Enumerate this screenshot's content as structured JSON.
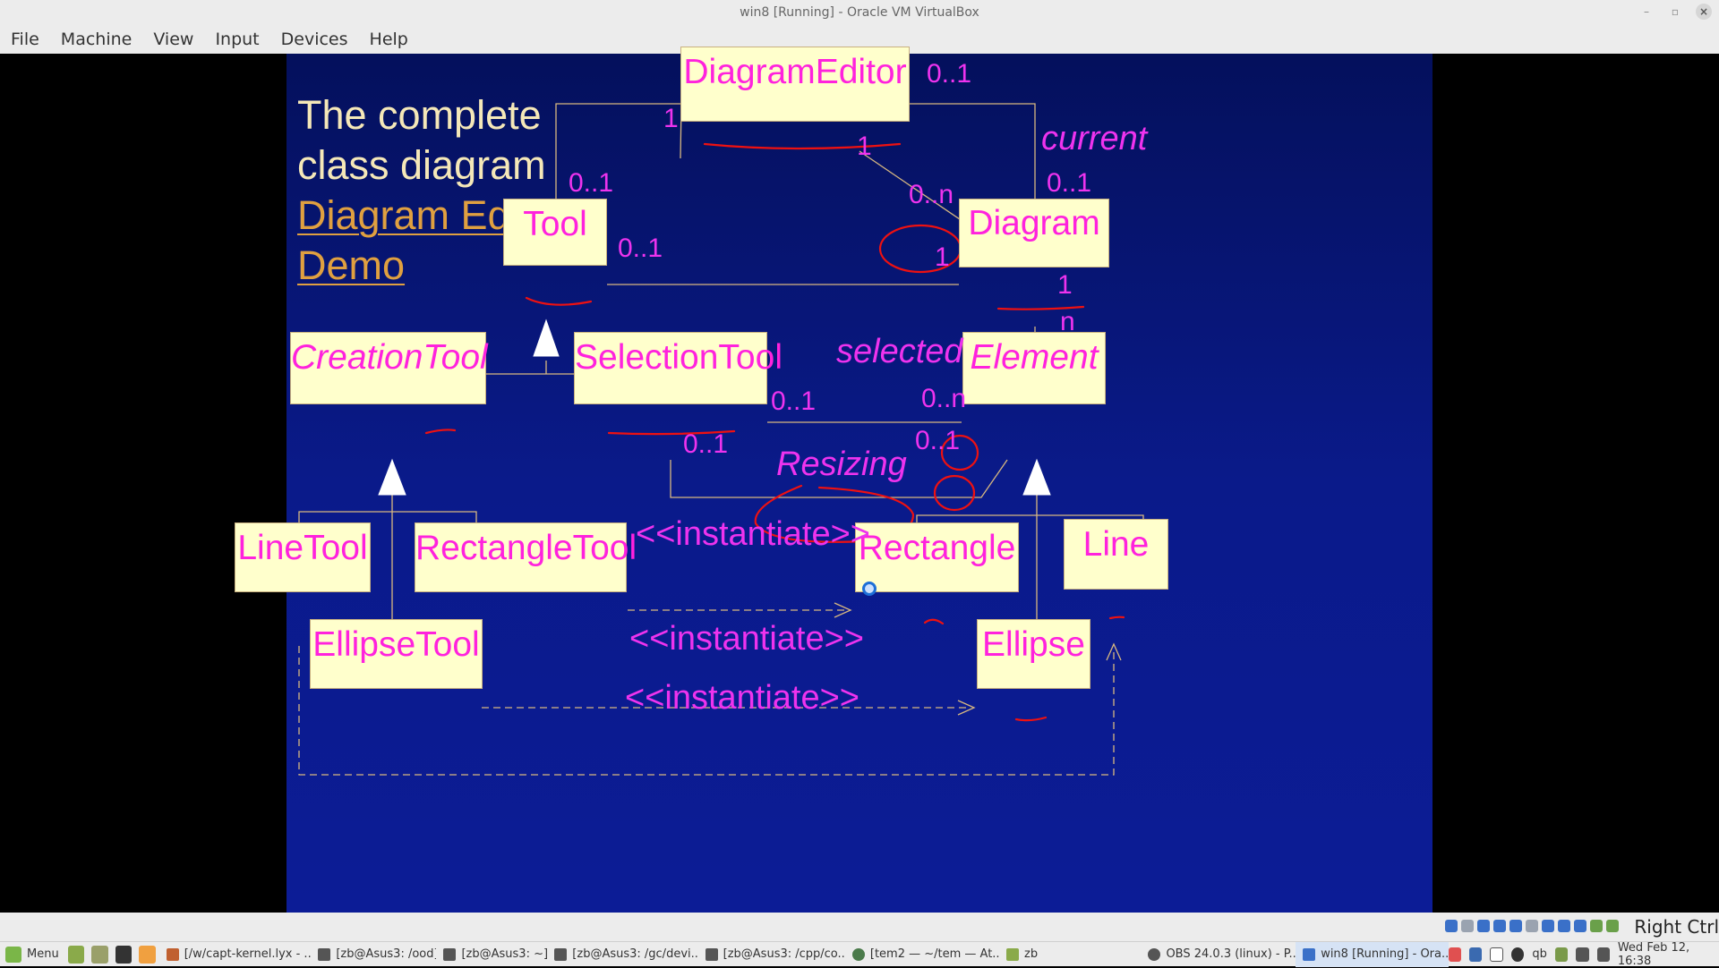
{
  "window": {
    "title": "win8 [Running] - Oracle VM VirtualBox"
  },
  "menubar": {
    "items": [
      "File",
      "Machine",
      "View",
      "Input",
      "Devices",
      "Help"
    ]
  },
  "slide": {
    "heading_line1": "The complete",
    "heading_line2": "class diagram",
    "link_line1": "Diagram Editor",
    "link_line2": "Demo",
    "classes": {
      "diagram_editor": "DiagramEditor",
      "tool": "Tool",
      "diagram": "Diagram",
      "creation_tool": "CreationTool",
      "selection_tool": "SelectionTool",
      "element": "Element",
      "line_tool": "LineTool",
      "rectangle_tool": "RectangleTool",
      "rectangle": "Rectangle",
      "line": "Line",
      "ellipse_tool": "EllipseTool",
      "ellipse": "Ellipse"
    },
    "labels": {
      "de_mult_right": "0..1",
      "de_mult_left": "1",
      "de_mult_diag": "1",
      "current": "current",
      "tool_mult_top": "0..1",
      "diag_mult_top": "0..1",
      "diag_n": "0..n",
      "tool_mult_right": "0..1",
      "diag_mult_left": "1",
      "diag_mult_bottom": "1",
      "elem_n_top": "n",
      "selected": "selected",
      "sel_mult_right": "0..1",
      "elem_mult_0n": "0..n",
      "sel_mult_bottom": "0..1",
      "elem_mult_01": "0..1",
      "resizing": "Resizing",
      "instantiate_1": "<<instantiate>>",
      "instantiate_2": "<<instantiate>>",
      "instantiate_3": "<<instantiate>>"
    }
  },
  "vbox_status": {
    "host_key": "Right Ctrl"
  },
  "taskbar": {
    "menu_label": "Menu",
    "tasks": [
      "[/w/capt-kernel.lyx - ...",
      "[zb@Asus3: /ood]",
      "[zb@Asus3: ~]",
      "[zb@Asus3: /gc/devi...",
      "[zb@Asus3: /cpp/co...",
      "[tem2 — ~/tem — At...",
      "zb",
      "OBS 24.0.3 (linux) - P...",
      "win8 [Running] - Ora..."
    ],
    "tray_qb": "qb",
    "clock": "Wed Feb 12, 16:38"
  }
}
